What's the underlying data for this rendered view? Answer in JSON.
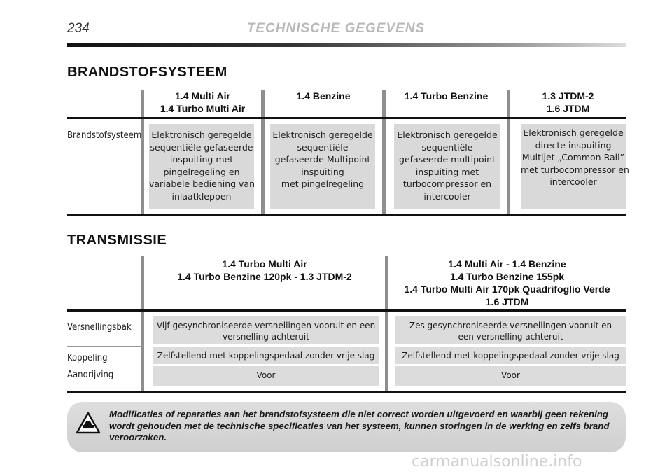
{
  "header": {
    "page_number": "234",
    "running_title": "TECHNISCHE GEGEVENS"
  },
  "fuel": {
    "section_title": "BRANDSTOFSYSTEEM",
    "row_label": "Brandstofsysteem",
    "columns": [
      {
        "head": [
          "1.4 Multi Air",
          "1.4 Turbo Multi Air"
        ],
        "cell": [
          "Elektronisch geregelde",
          "sequentiële gefaseerde",
          "inspuiting met",
          "pingelregeling en",
          "variabele bediening van",
          "inlaatkleppen"
        ]
      },
      {
        "head": [
          "1.4 Benzine"
        ],
        "cell": [
          "Elektronisch geregelde",
          "sequentiële",
          "gefaseerde Multipoint",
          "inspuiting",
          "met pingelregeling"
        ]
      },
      {
        "head": [
          "1.4 Turbo Benzine"
        ],
        "cell": [
          "Elektronisch geregelde",
          "sequentiële",
          "gefaseerde multipoint",
          "inspuiting met",
          "turbocompressor en",
          "intercooler"
        ]
      },
      {
        "head": [
          "1.3 JTDM-2",
          "1.6 JTDM"
        ],
        "cell": [
          "Elektronisch geregelde",
          "directe inspuiting",
          "Multijet „Common Rail”",
          "met turbocompressor en",
          "intercooler"
        ]
      }
    ]
  },
  "transmission": {
    "section_title": "TRANSMISSIE",
    "row_labels": [
      "Versnellingsbak",
      "Koppeling",
      "Aandrijving"
    ],
    "columns": [
      {
        "head": [
          "1.4 Turbo Multi Air",
          "1.4 Turbo Benzine 120pk - 1.3 JTDM-2"
        ],
        "gearbox": [
          "Vijf gesynchroniseerde versnellingen vooruit en een",
          "versnelling achteruit"
        ],
        "clutch": "Zelfstellend met koppelingspedaal zonder vrije slag",
        "drive": "Voor"
      },
      {
        "head": [
          "1.4 Multi Air - 1.4 Benzine",
          "1.4 Turbo Benzine 155pk",
          "1.4 Turbo Multi Air 170pk Quadrifoglio Verde",
          "1.6 JTDM"
        ],
        "gearbox": [
          "Zes gesynchroniseerde versnellingen vooruit en",
          "een versnelling achteruit"
        ],
        "clutch": "Zelfstellend met koppelingspedaal zonder vrije slag",
        "drive": "Voor"
      }
    ]
  },
  "warning": {
    "icon": "warning-triangle-icon",
    "lines": [
      "Modificaties of reparaties aan het brandstofsysteem die niet correct worden uitgevoerd en waarbij geen rekening",
      "wordt gehouden met de technische specificaties van het systeem, kunnen storingen in de werking en zelfs brand",
      "veroorzaken."
    ]
  },
  "watermark": "carmanualsonline.info"
}
